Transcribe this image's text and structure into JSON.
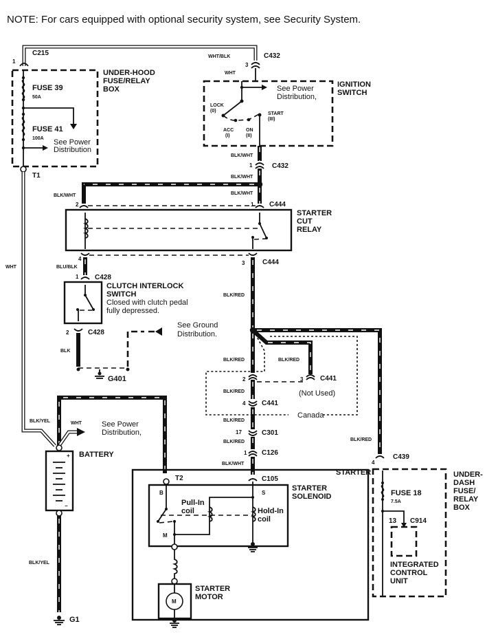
{
  "note": "NOTE: For cars equipped with optional security system, see Security System.",
  "components": {
    "under_hood_box": {
      "title": [
        "UNDER-HOOD",
        "FUSE/RELAY",
        "BOX"
      ],
      "fuse_a": "FUSE 39",
      "fuse_a_rating": "50A",
      "fuse_b": "FUSE 41",
      "fuse_b_rating": "100A",
      "see": [
        "See Power",
        "Distribution"
      ]
    },
    "ignition_switch": {
      "title": [
        "IGNITION",
        "SWITCH"
      ],
      "see": [
        "See Power",
        "Distribution,"
      ],
      "lock": [
        "LOCK",
        "(0)"
      ],
      "acc": [
        "ACC",
        "(I)"
      ],
      "on": [
        "ON",
        "(II)"
      ],
      "start": [
        "START",
        "(III)"
      ]
    },
    "starter_cut_relay": {
      "title": [
        "STARTER",
        "CUT",
        "RELAY"
      ]
    },
    "clutch_switch": {
      "title": [
        "CLUTCH INTERLOCK",
        "SWITCH"
      ],
      "desc": [
        "Closed with clutch pedal",
        "fully depressed."
      ]
    },
    "ground_ref": [
      "See Ground",
      "Distribution."
    ],
    "battery": {
      "title": "BATTERY",
      "see": [
        "See Power",
        "Distribution,"
      ],
      "plus": "+",
      "minus": "−"
    },
    "canada": {
      "label": "Canada",
      "not_used": "(Not Used)"
    },
    "starter": {
      "title": "STARTER",
      "solenoid": [
        "STARTER",
        "SOLENOID"
      ],
      "b": "B",
      "s": "S",
      "m": "M",
      "pull_in": [
        "Pull-In",
        "coil"
      ],
      "hold_in": [
        "Hold-In",
        "coil"
      ],
      "motor": [
        "STARTER",
        "MOTOR"
      ],
      "motor_symbol": "M"
    },
    "under_dash_box": {
      "title": [
        "UNDER-",
        "DASH",
        "FUSE/",
        "RELAY",
        "BOX"
      ],
      "fuse": "FUSE 18",
      "fuse_rating": "7.5A",
      "icu": [
        "INTEGRATED",
        "CONTROL",
        "UNIT"
      ]
    }
  },
  "connectors": {
    "c215": "C215",
    "c215_pin": "1",
    "c432_top": "C432",
    "c432_top_pin": "3",
    "c432_bot": "C432",
    "c432_bot_pin": "1",
    "c444_1": "C444",
    "c444_pin1": "1",
    "c444_pin2": "2",
    "c444_3": "C444",
    "c444_pin3": "3",
    "c444_pin4": "4",
    "c428_top": "C428",
    "c428_pin1": "1",
    "c428_bot": "C428",
    "c428_pin2": "2",
    "c441_a": "C441",
    "c441_pin2": "2",
    "c441_pin3": "3",
    "c441_b": "C441",
    "c441_pin4": "4",
    "c301": "C301",
    "c301_pin": "17",
    "c126": "C126",
    "c126_pin": "1",
    "c105": "C105",
    "c439": "C439",
    "c439_pin": "4",
    "c914": "C914",
    "c914_pin": "13",
    "t1": "T1",
    "t2": "T2",
    "g401": "G401",
    "g1": "G1"
  },
  "wires": {
    "wht_blk": "WHT/BLK",
    "wht": "WHT",
    "blk_wht": "BLK/WHT",
    "blu_blk": "BLU/BLK",
    "blk": "BLK",
    "blk_red": "BLK/RED",
    "blk_yel": "BLK/YEL"
  }
}
